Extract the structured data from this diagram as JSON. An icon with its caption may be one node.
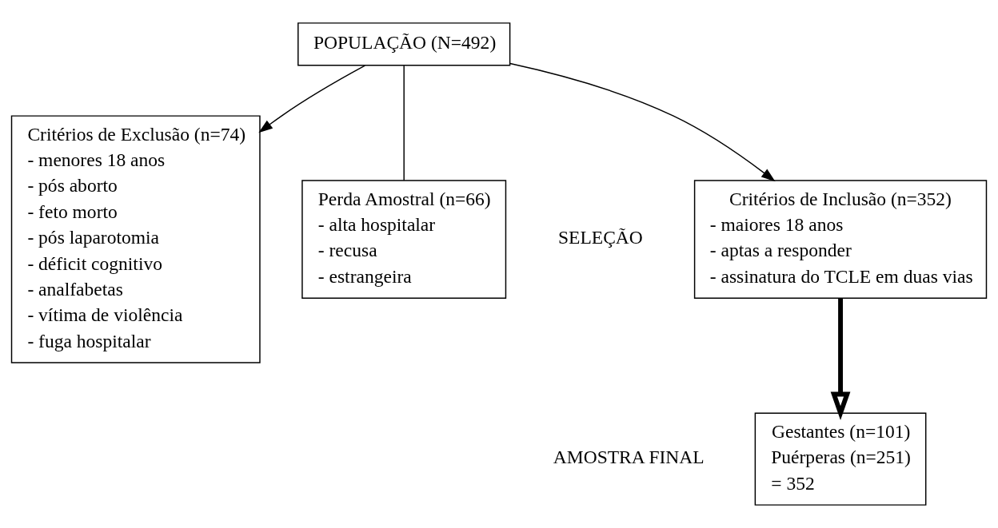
{
  "diagram": {
    "nodes": [
      {
        "text": [
          "POPULAÇÃO (N=492)"
        ]
      },
      {
        "text": [
          "Critérios de Inclusão (n=352)",
          "- maiores 18 anos",
          "- aptas a responder",
          "- assinatura do TCLE em duas vias"
        ],
        "beside": [
          "SELEÇÃO"
        ]
      },
      {
        "text": [
          "Critérios de Exclusão (n=74)",
          "- menores 18 anos",
          "- pós aborto",
          "- feto morto",
          "- pós laparotomia",
          "- déficit cognitivo",
          "- analfabetas",
          "- vítima de violência",
          "- fuga hospitalar"
        ]
      },
      {
        "text": [
          "Perda Amostral (n=66)",
          "- alta hospitalar",
          "- recusa",
          "- estrangeira"
        ]
      },
      {
        "text": [
          "Gestantes (n=101)",
          "Puérperas (n=251)",
          "= 352"
        ],
        "beside": [
          "AMOSTRA FINAL"
        ]
      }
    ],
    "edges": [
      {
        "from": 0,
        "to": 1,
        "arrow": "to"
      },
      {
        "from": 0,
        "to": 2,
        "arrow": "to"
      },
      {
        "from": 0,
        "to": 3,
        "arrow": "none"
      },
      {
        "from": 1,
        "to": 4,
        "arrow": "to",
        "style": "thick"
      }
    ]
  }
}
